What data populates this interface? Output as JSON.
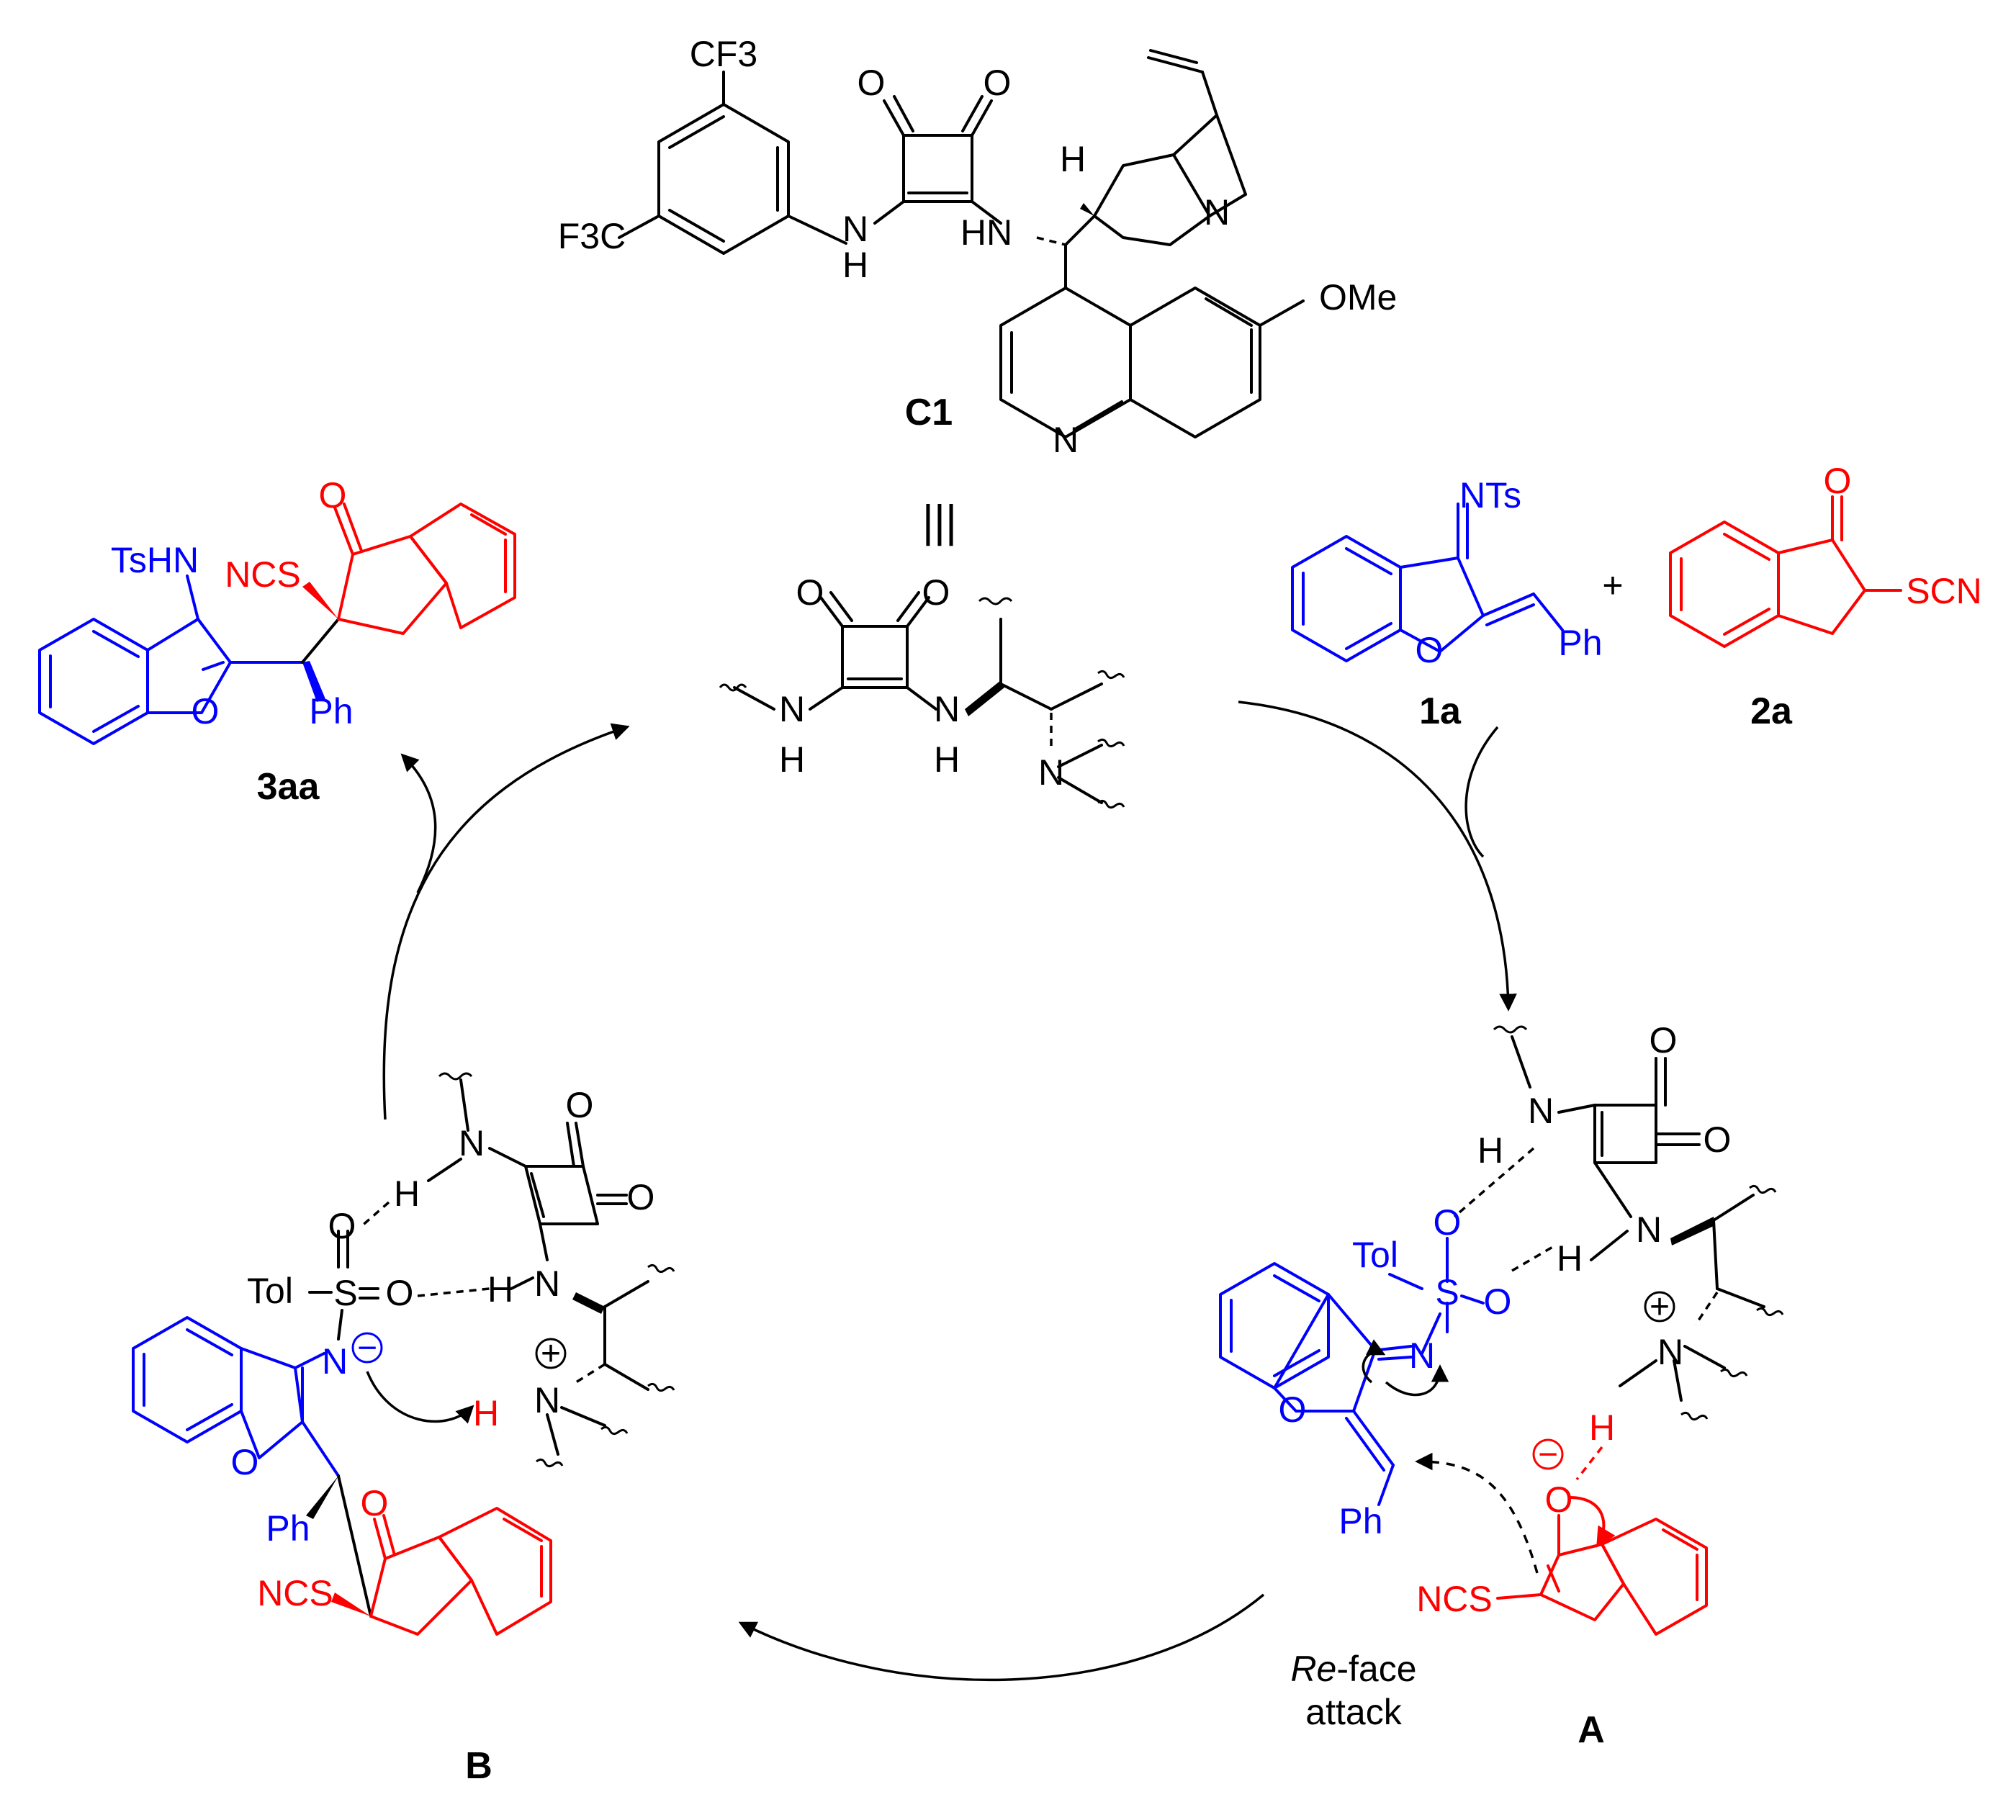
{
  "colors": {
    "black": "#000000",
    "blue": "#0000ff",
    "red": "#ff0000"
  },
  "catalyst": {
    "label": "C1",
    "cf3_top": "CF3",
    "f3c_left": "F3C",
    "ome": "OMe",
    "o1": "O",
    "o2": "O",
    "nh_left": "N",
    "h_left": "H",
    "hn_right": "HN",
    "h_bridge": "H",
    "n_quin": "N",
    "n_quinoline": "N",
    "equiv": "|||"
  },
  "simplified": {
    "o1": "O",
    "o2": "O",
    "n1": "N",
    "h1": "H",
    "n2": "N",
    "h2": "H",
    "n3": "N"
  },
  "substrates": {
    "s1_label": "1a",
    "s1_nts": "NTs",
    "s1_o": "O",
    "s1_ph": "Ph",
    "plus": "+",
    "s2_label": "2a",
    "s2_o": "O",
    "s2_scn": "SCN"
  },
  "product": {
    "label": "3aa",
    "tshn": "TsHN",
    "ncs": "NCS",
    "o_ketone": "O",
    "o_furan": "O",
    "ph": "Ph"
  },
  "intermediate_A": {
    "label": "A",
    "annotation_italic": "Re",
    "annotation_rest": "-face",
    "annotation_line2": "attack",
    "o_top": "O",
    "o_right": "O",
    "n_top": "N",
    "h_top": "H",
    "n_mid": "N",
    "h_mid": "H",
    "n_plus": "N",
    "plus": "+",
    "h_red": "H",
    "tol": "Tol",
    "s": "S",
    "o_s1": "O",
    "o_s2": "O",
    "n_imine": "N",
    "o_furan": "O",
    "ph": "Ph",
    "o_minus": "O",
    "minus": "−",
    "ncs": "NCS"
  },
  "intermediate_B": {
    "label": "B",
    "o_top": "O",
    "o_right": "O",
    "n_top": "N",
    "h_top": "H",
    "n_mid": "N",
    "h_mid": "H",
    "o_s1": "O",
    "o_s2": "O",
    "tol": "Tol",
    "s": "S",
    "n_minus": "N",
    "minus": "−",
    "n_plus": "N",
    "plus": "+",
    "h_red": "H",
    "o_furan": "O",
    "ph": "Ph",
    "ncs": "NCS",
    "o_ketone": "O"
  }
}
